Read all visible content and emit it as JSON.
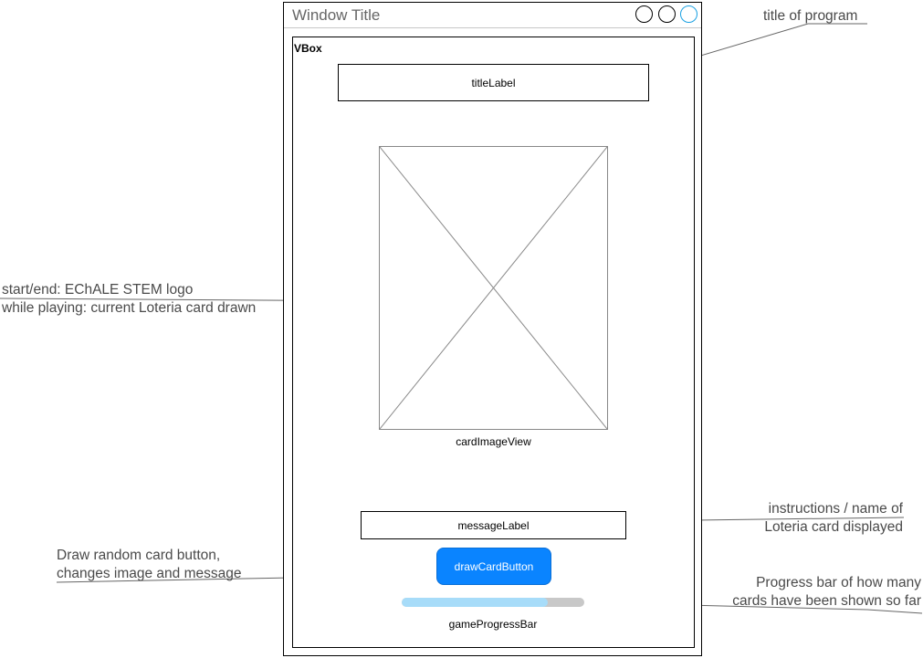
{
  "window": {
    "title": "Window Title",
    "controls": [
      "minimize-icon",
      "maximize-icon",
      "close-icon"
    ],
    "accent_color": "#1ba1e2"
  },
  "vbox": {
    "label": "VBox"
  },
  "title_label": {
    "text": "titleLabel"
  },
  "card_image": {
    "caption": "cardImageView",
    "icon": "image-placeholder-icon"
  },
  "message_label": {
    "text": "messageLabel"
  },
  "draw_button": {
    "label": "drawCardButton",
    "color": "#0a84ff"
  },
  "progress": {
    "caption": "gameProgressBar",
    "value": 0.8,
    "fill_color": "#a7dcf9",
    "track_color": "#c8c8c8"
  },
  "annotations": {
    "title": "title of program",
    "image_line1": "start/end: EChALE STEM logo",
    "image_line2": "while playing: current Loteria card drawn",
    "message_line1": "instructions / name of",
    "message_line2": "Loteria card displayed",
    "button_line1": "Draw random card button,",
    "button_line2": "changes image and message",
    "progress_line1": "Progress bar of how many",
    "progress_line2": "cards have been shown so far"
  }
}
